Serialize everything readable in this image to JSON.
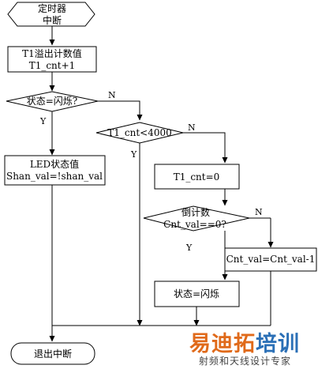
{
  "nodes": {
    "start": [
      "定时器",
      "中断"
    ],
    "count": [
      "T1溢出计数值",
      "T1_cnt+1"
    ],
    "decision_state": [
      "状态=闪烁?"
    ],
    "decision_t1": [
      "T1_cnt<4000"
    ],
    "led": [
      "LED状态值",
      "Shan_val=!shan_val"
    ],
    "reset": [
      "T1_cnt=0"
    ],
    "decision_countdown": [
      "倒计数",
      "Cnt_val==0?"
    ],
    "decrement": [
      "Cnt_val=Cnt_val-1"
    ],
    "set_state": [
      "状态=闪烁"
    ],
    "end": [
      "退出中断"
    ]
  },
  "branch_labels": {
    "state_no": "N",
    "state_yes": "Y",
    "t1_no": "N",
    "t1_yes": "Y",
    "countdown_no": "N",
    "countdown_yes": "Y"
  },
  "watermark": {
    "brand_part1": "易迪拓",
    "brand_part2": "培训",
    "subtitle": "射频和天线设计专家",
    "colors": {
      "brand_part1": "#e06a1a",
      "brand_part2": "#2a6fb6"
    }
  }
}
